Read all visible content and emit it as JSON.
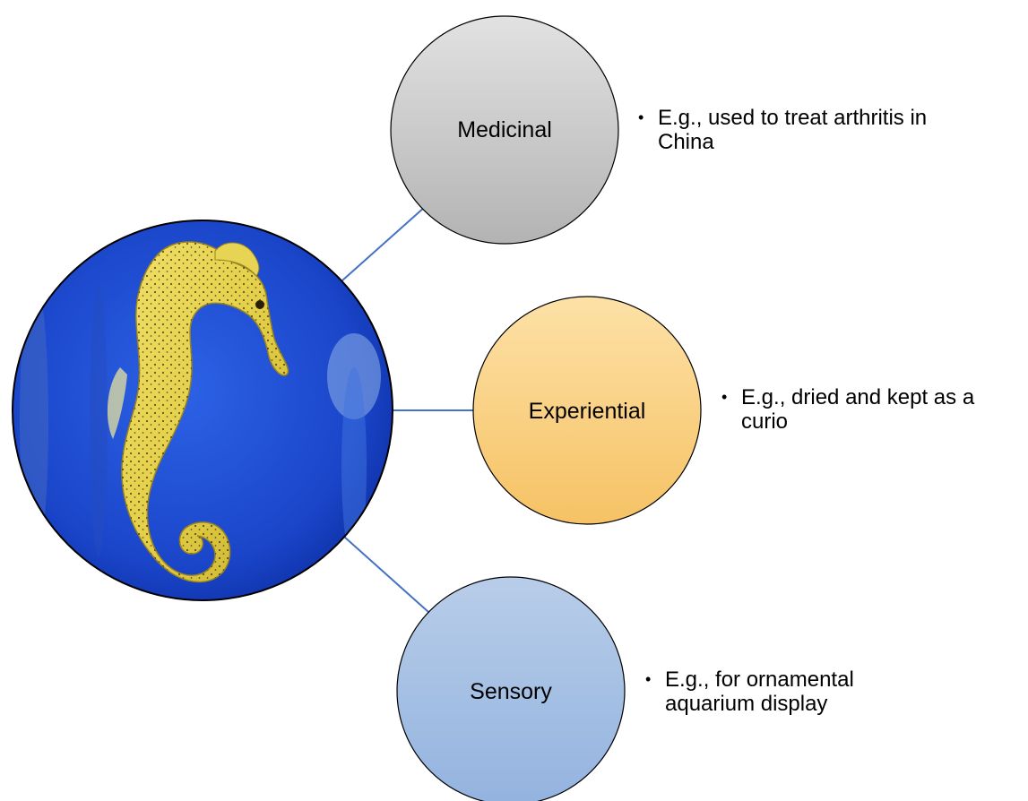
{
  "colors": {
    "connector": "#4472c4",
    "medicinal_fill_top": "#e2e2e2",
    "medicinal_fill_bottom": "#b3b3b3",
    "experiential_fill_top": "#fde1a7",
    "experiential_fill_bottom": "#f6c264",
    "sensory_fill_top": "#b8cde9",
    "sensory_fill_bottom": "#93b3df",
    "node_stroke": "#000000",
    "water_light": "#2d62e6",
    "water_dark": "#0a2a9c",
    "seahorse_body": "#e8d24a",
    "seahorse_spots": "#3a2a10"
  },
  "icons": {
    "center_image": "seahorse-photo"
  },
  "nodes": {
    "medicinal": {
      "label": "Medicinal",
      "bullet": "•",
      "example_line1": "E.g., used to treat arthritis in",
      "example_line2": "China"
    },
    "experiential": {
      "label": "Experiential",
      "bullet": "•",
      "example_line1": "E.g., dried and kept as a",
      "example_line2": "curio"
    },
    "sensory": {
      "label": "Sensory",
      "bullet": "•",
      "example_line1": "E.g., for ornamental",
      "example_line2": "aquarium display"
    }
  }
}
